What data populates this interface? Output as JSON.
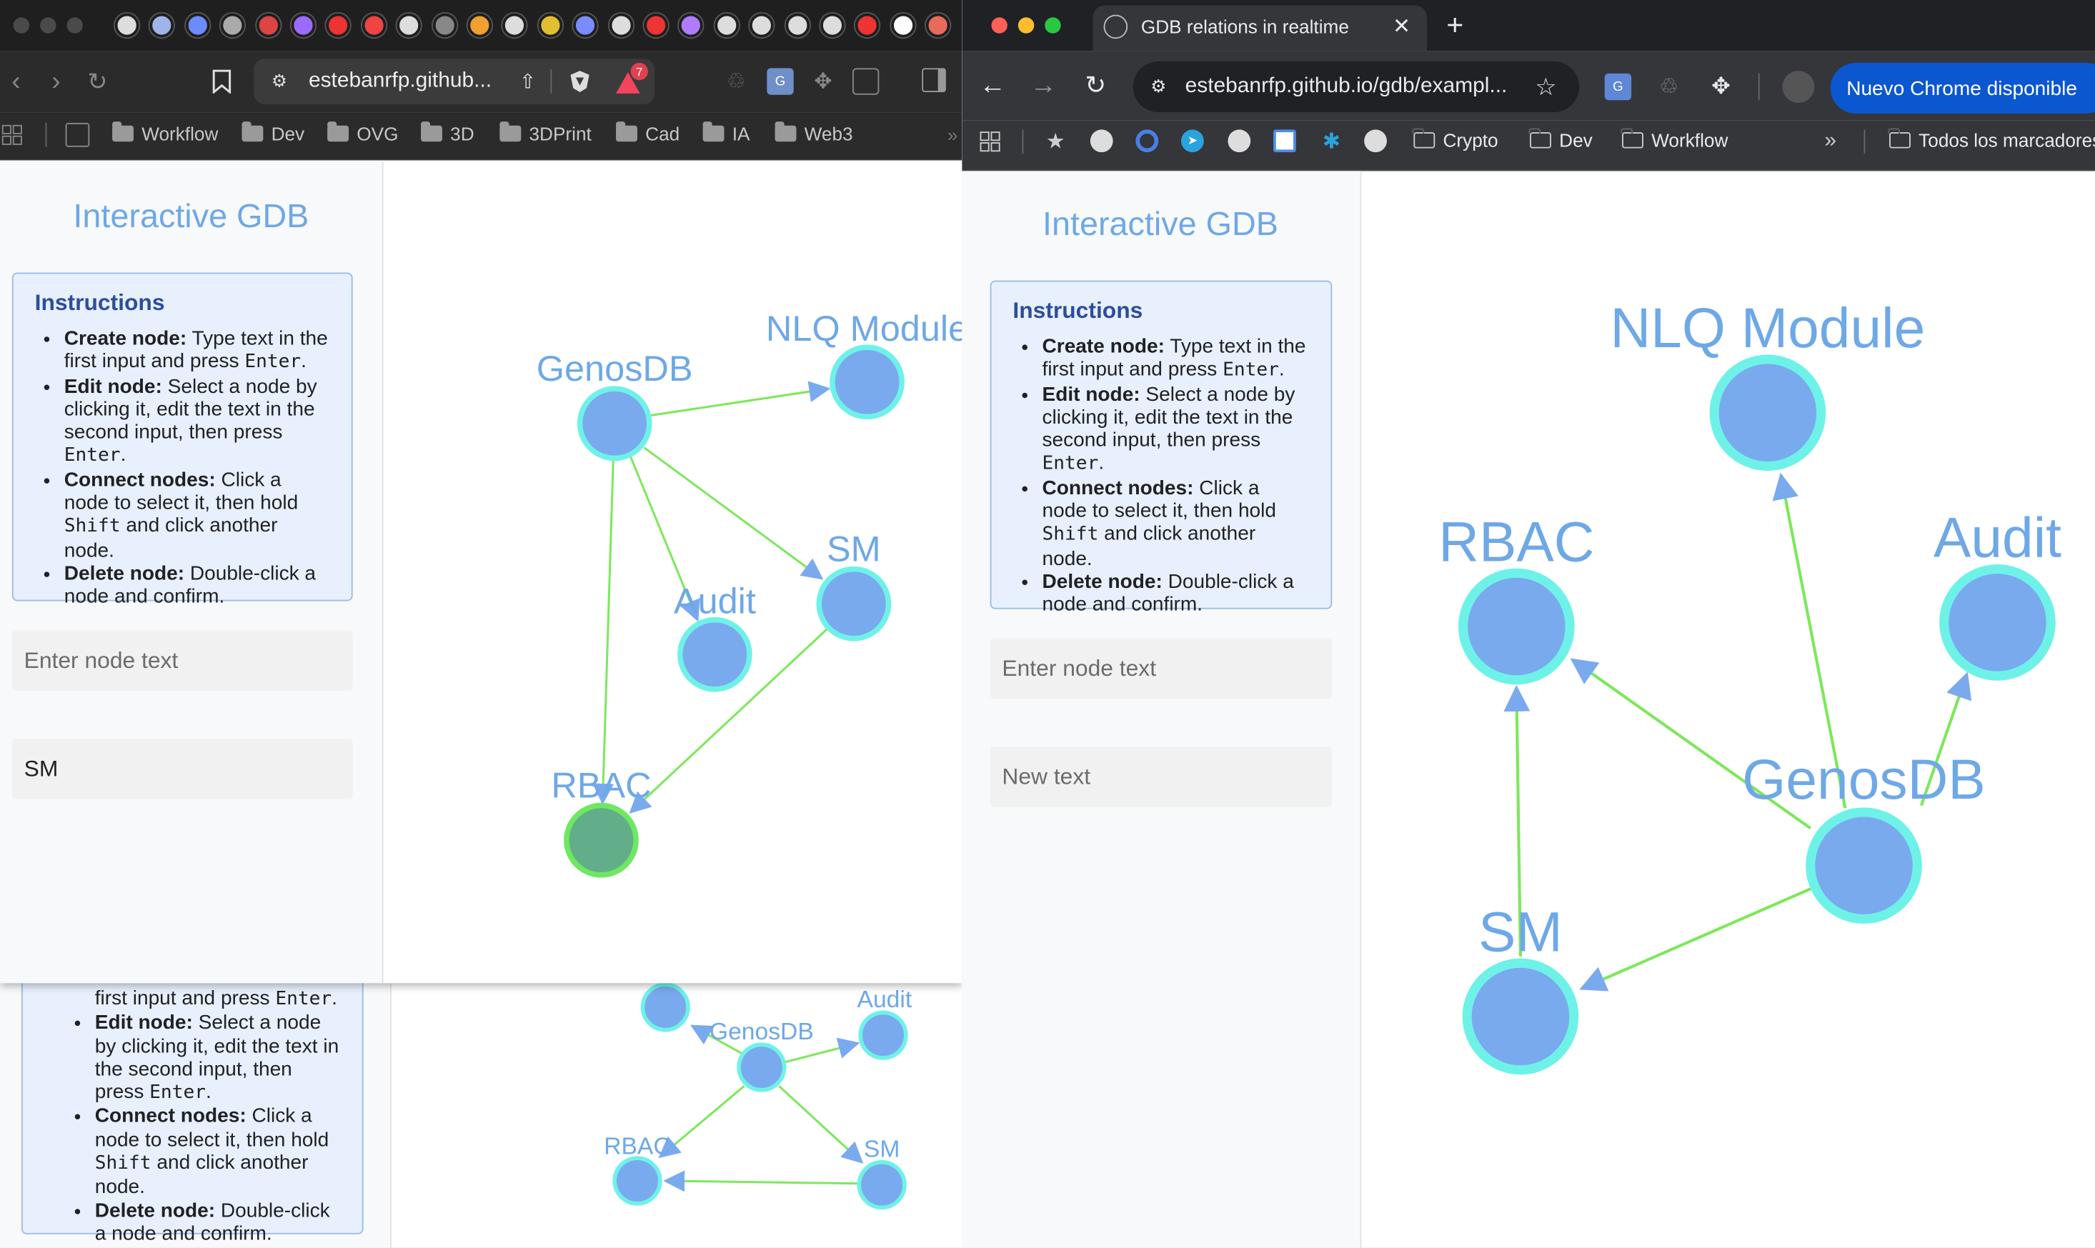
{
  "left_window": {
    "url": "estebanrfp.github...",
    "brave_badge": "7",
    "bookmarks": [
      "Workflow",
      "Dev",
      "OVG",
      "3D",
      "3DPrint",
      "Cad",
      "IA",
      "Web3"
    ],
    "app": {
      "title": "Interactive GDB",
      "instructions_heading": "Instructions",
      "instr": {
        "create_b": "Create node:",
        "create_t": " Type text in the first input and press ",
        "create_k": "Enter",
        "create_e": ".",
        "edit_b": "Edit node:",
        "edit_t": " Select a node by clicking it, edit the text in the second input, then press ",
        "edit_k": "Enter",
        "edit_e": ".",
        "connect_b": "Connect nodes:",
        "connect_t": " Click a node to select it, then hold ",
        "connect_k": "Shift",
        "connect_e": " and click another node.",
        "delete_b": "Delete node:",
        "delete_t": " Double-click a node and confirm."
      },
      "input_placeholder": "Enter node text",
      "edit_value": "SM"
    },
    "graph_labels": {
      "genosdb": "GenosDB",
      "nlq": "NLQ Module",
      "audit": "Audit",
      "sm": "SM",
      "rbac": "RBAC"
    }
  },
  "background_window": {
    "instr": {
      "line1_t": "first input and press ",
      "line1_k": "Enter",
      "line1_e": ".",
      "edit_b": "Edit node:",
      "edit_t": " Select a node by clicking it, edit the text in the second input, then press ",
      "edit_k": "Enter",
      "edit_e": ".",
      "connect_b": "Connect nodes:",
      "connect_t": " Click a node to select it, then hold ",
      "connect_k": "Shift",
      "connect_e": " and click another node.",
      "delete_b": "Delete node:",
      "delete_t": " Double-click a node and confirm."
    },
    "graph_labels": {
      "genosdb": "GenosDB",
      "audit": "Audit",
      "rbac": "RBAC",
      "sm": "SM"
    }
  },
  "right_window": {
    "tab_title": "GDB relations in realtime",
    "url": "estebanrfp.github.io/gdb/exampl...",
    "update_button": "Nuevo Chrome disponible",
    "bookmarks": [
      "Crypto",
      "Dev",
      "Workflow"
    ],
    "all_bookmarks": "Todos los marcadores",
    "app": {
      "title": "Interactive GDB",
      "instructions_heading": "Instructions",
      "instr": {
        "create_b": "Create node:",
        "create_t": " Type text in the first input and press ",
        "create_k": "Enter",
        "create_e": ".",
        "edit_b": "Edit node:",
        "edit_t": " Select a node by clicking it, edit the text in the second input, then press ",
        "edit_k": "Enter",
        "edit_e": ".",
        "connect_b": "Connect nodes:",
        "connect_t": " Click a node to select it, then hold ",
        "connect_k": "Shift",
        "connect_e": " and click another node.",
        "delete_b": "Delete node:",
        "delete_t": " Double-click a node and confirm."
      },
      "input_placeholder": "Enter node text",
      "edit_placeholder": "New text"
    },
    "graph_labels": {
      "nlq": "NLQ Module",
      "rbac": "RBAC",
      "audit": "Audit",
      "genosdb": "GenosDB",
      "sm": "SM"
    }
  },
  "colors": {
    "node_fill": "#7aaaee",
    "node_ring": "#6ef2e8",
    "selected_fill": "#62ad8a",
    "selected_ring": "#6ee860",
    "edge": "#7ce85a",
    "arrow": "#7aaaee",
    "label": "#6ea8e6"
  }
}
